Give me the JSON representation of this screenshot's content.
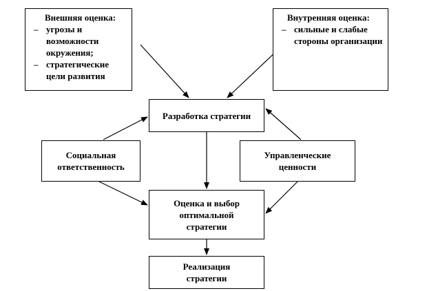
{
  "external": {
    "title": "Внешняя оценка:",
    "items": [
      {
        "dash": "–",
        "text": "угрозы и возможности окружения;"
      },
      {
        "dash": "–",
        "text": "стратегические цели развития"
      }
    ]
  },
  "internal": {
    "title": "Внутренняя оценка:",
    "items": [
      {
        "dash": "–",
        "text": "сильные и слабые стороны организации"
      }
    ]
  },
  "develop": {
    "label": "Разработка стратегии"
  },
  "social": {
    "line1": "Социальная",
    "line2": "ответственность"
  },
  "values": {
    "line1": "Управленческие",
    "line2": "ценности"
  },
  "evaluate": {
    "line1": "Оценка и выбор",
    "line2": "оптимальной",
    "line3": "стратегии"
  },
  "implement": {
    "line1": "Реализация",
    "line2": "стратегии"
  }
}
